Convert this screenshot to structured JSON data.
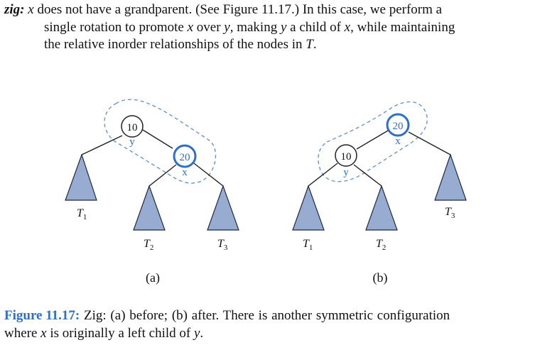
{
  "paragraph": {
    "term": "zig:",
    "var_x": "x",
    "l1_a": " does not have a grandparent. (See Figure 11.17.) In this case, we perform a",
    "l2_a": "single rotation to promote ",
    "l2_x1": "x",
    "l2_b": " over ",
    "l2_y1": "y",
    "l2_c": ", making ",
    "l2_y2": "y",
    "l2_d": " a child of ",
    "l2_x2": "x",
    "l2_e": ", while maintaining",
    "l3_a": "the relative inorder relationships of the nodes in ",
    "l3_T": "T",
    "l3_b": "."
  },
  "figure": {
    "colors": {
      "accent": "#2f6fc4",
      "triangle_fill": "#98acd2",
      "triangle_stroke": "#1d2a44",
      "edge": "#222222",
      "dash": "#6f93cf"
    },
    "panel_a": {
      "caption": "(a)",
      "node_y_value": "10",
      "node_y_tag": "y",
      "node_x_value": "20",
      "node_x_tag": "x",
      "subtrees": [
        "T1",
        "T2",
        "T3"
      ]
    },
    "panel_b": {
      "caption": "(b)",
      "node_x_value": "20",
      "node_x_tag": "x",
      "node_y_value": "10",
      "node_y_tag": "y",
      "subtrees": [
        "T1",
        "T2",
        "T3"
      ]
    }
  },
  "caption": {
    "label": "Figure 11.17:",
    "l1": " Zig: (a) before; (b) after. There is another symmetric configuration",
    "l2_a": "where ",
    "l2_x": "x",
    "l2_b": " is originally a left child of ",
    "l2_y": "y",
    "l2_c": "."
  }
}
